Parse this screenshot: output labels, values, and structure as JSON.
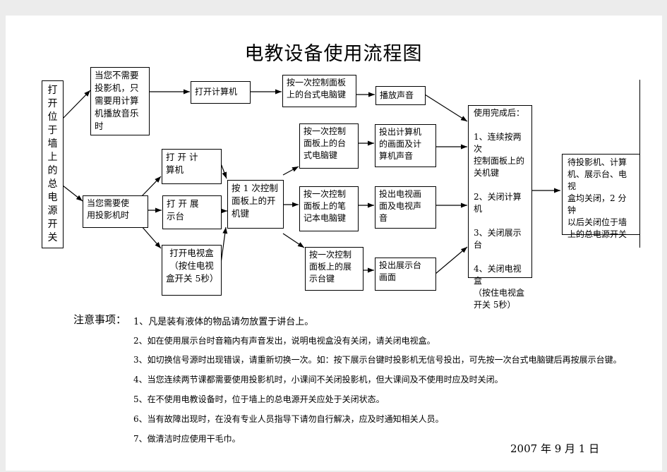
{
  "title": "电教设备使用流程图",
  "flow": {
    "start": "打\n开\n位\n于\n墙\n上\n的\n总\n电\n源\n开\n关",
    "no_projector": "当您不需要\n投影机，只\n需要用计算\n机播放音乐\n时",
    "open_computer_top": "打开计算机",
    "press_desktop_top": "按一次控制面板\n上的台式电脑键",
    "play_sound": "播放声音",
    "need_projector": "当您需要使\n用投影机时",
    "open_computer": "打 开 计\n算机",
    "open_booth": "打 开 展\n示台",
    "open_tvbox": "打开电视盒\n（按住电视\n盒开关 5秒）",
    "press_power": "按 1 次控制\n面板上的开\n机键",
    "press_desktop": "按一次控制\n面板上的台\n式电脑键",
    "press_laptop": "按一次控制\n面板上的笔\n记本电脑键",
    "press_booth": "按一次控制\n面板上的展\n示台键",
    "output_computer": "投出计算机\n的画面及计\n算机声音",
    "output_tv": "投出电视画\n面及电视声\n音",
    "output_booth": "投出展示台\n画面",
    "after_use": "使用完成后：\n\n1、连续按两次\n控制面板上的\n关机键\n\n2、关闭计算机\n\n3、关闭展示台\n\n4、关闭电视盒\n（按住电视盒\n开关 5秒）",
    "final": "待投影机、计算\n机、展示台、电视\n盒均关闭，2 分钟\n以后关闭位于墙\n上的总电源开关"
  },
  "notes": {
    "label": "注意事项：",
    "items": [
      "1、凡是装有液体的物品请勿放置于讲台上。",
      "2、如在使用展示台时音箱内有声音发出，说明电视盒没有关闭，请关闭电视盒。",
      "3、如切换信号源时出现错误，请重新切换一次。如：按下展示台键时投影机无信号投出，可先按一次台式电脑键后再按展示台键。",
      "4、当您连续两节课都需要使用投影机时，小课间不关闭投影机，但大课间及不使用时应及时关闭。",
      "5、在不使用电教设备时，位于墙上的总电源开关应处于关闭状态。",
      "6、当有故障出现时，在没有专业人员指导下请勿自行解决，应及时通知相关人员。",
      "7、做清洁时应使用干毛巾。"
    ]
  },
  "date": "2007 年 9 月 1 日"
}
